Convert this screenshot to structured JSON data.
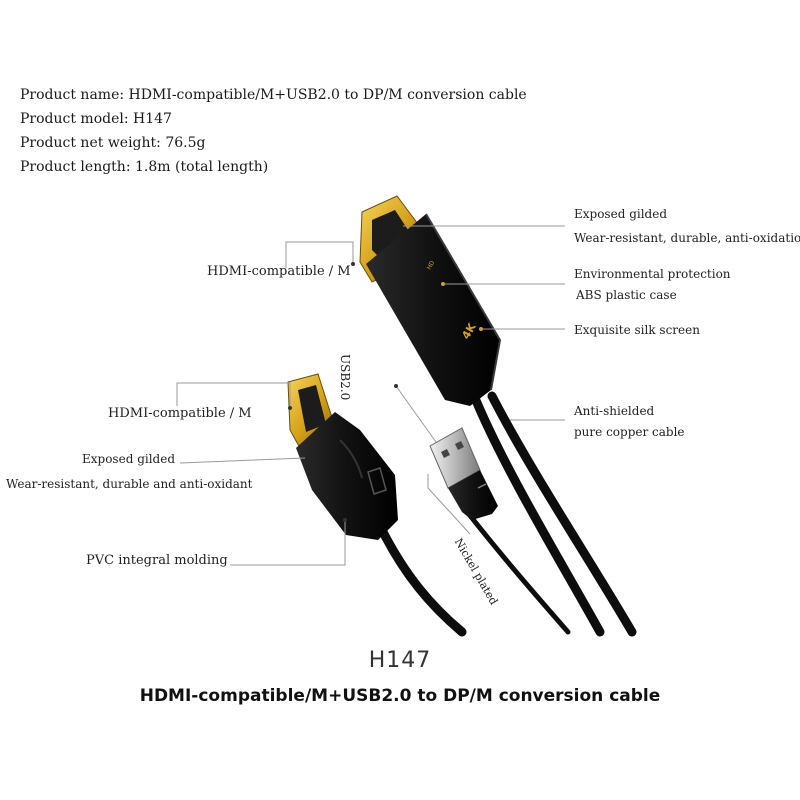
{
  "specs": {
    "product_name": "Product name: HDMI-compatible/M+USB2.0 to DP/M conversion cable",
    "product_model": "Product model: H147",
    "net_weight": "Product net weight: 76.5g",
    "length": "Product length: 1.8m (total length)"
  },
  "callouts": {
    "exposed_gilded_top": "Exposed gilded",
    "wear_resistant_top": "Wear-resistant, durable, anti-oxidation",
    "env_protection": "Environmental protection",
    "abs_case": "ABS plastic case",
    "silk_screen": "Exquisite silk screen",
    "anti_shielded": "Anti-shielded",
    "copper_cable": "pure copper cable",
    "hdmi_label_top": "HDMI-compatible / M",
    "hdmi_label_mid": "HDMI-compatible / M",
    "exposed_gilded_left": "Exposed gilded",
    "wear_resistant_left": "Wear-resistant, durable and anti-oxidant",
    "pvc_molding": "PVC integral molding",
    "usb_label": "USB2.0",
    "nickel_plated": "Nickel plated"
  },
  "footer": {
    "model": "H147",
    "title": "HDMI-compatible/M+USB2.0 to DP/M conversion cable"
  },
  "print": {
    "adapter_logo": "4K",
    "adapter_small": "HD"
  },
  "colors": {
    "gold": "#d6a21a",
    "body": "#151515",
    "leader": "#9a9a9a"
  }
}
